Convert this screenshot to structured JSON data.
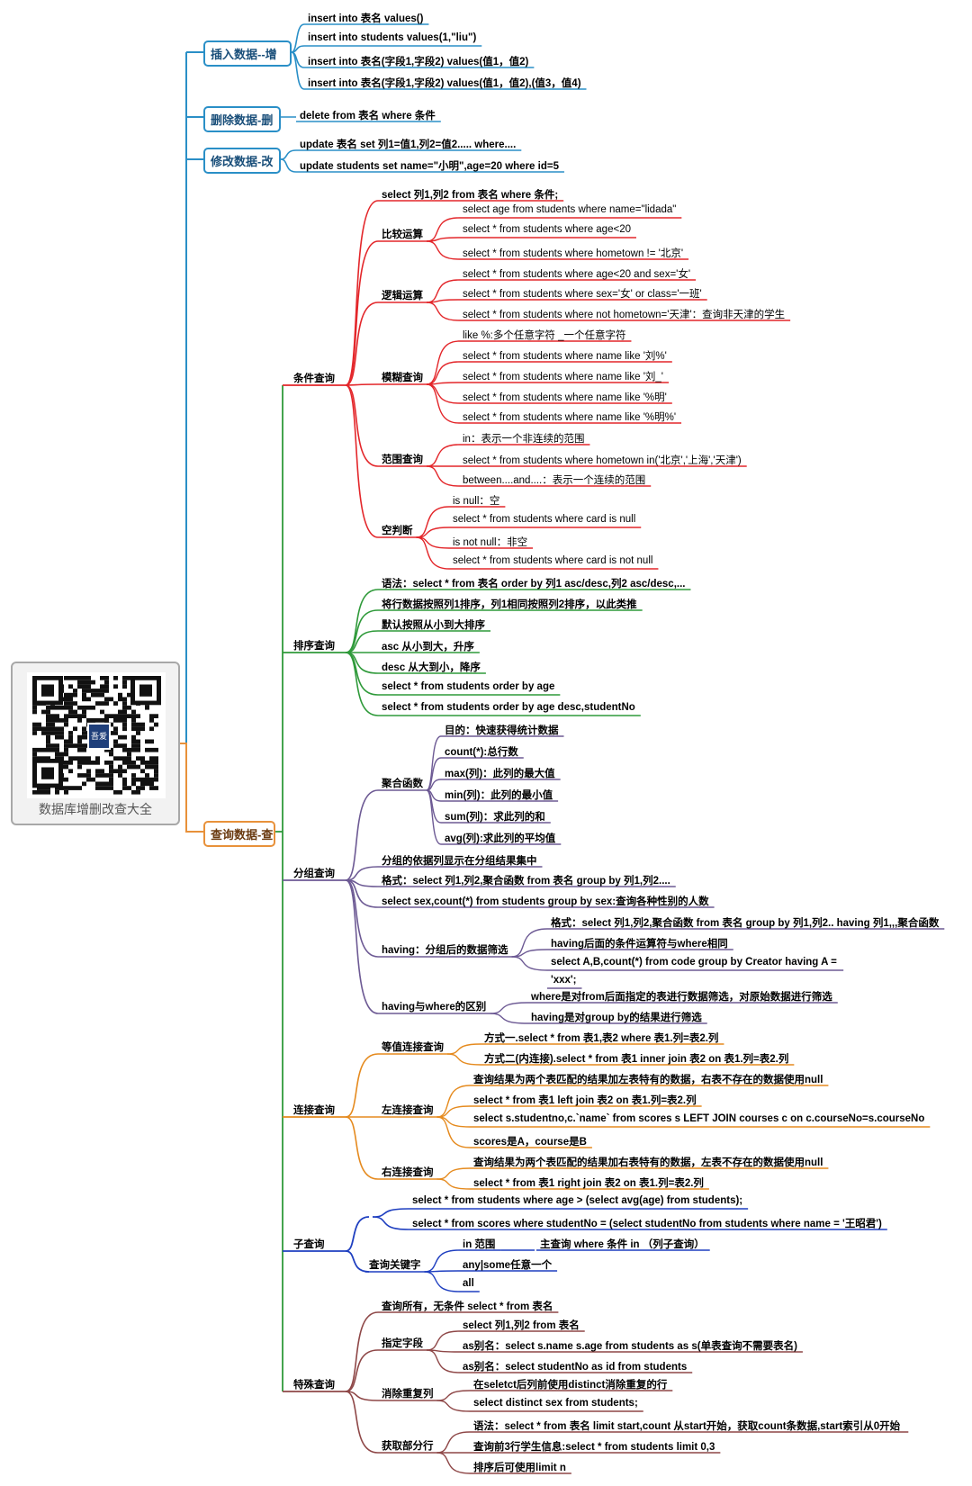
{
  "root": {
    "title": "数据库增删改查大全",
    "qr_logo_text": "吾爱"
  },
  "colors": {
    "blue": "#2a8fc7",
    "orange": "#e8913a",
    "red": "#e3262a",
    "green": "#2f9a3a",
    "purple": "#6d5a94",
    "corange": "#e58a1e",
    "dblue": "#1f3fc0",
    "brown": "#8e4747"
  },
  "insert": {
    "label": "插入数据--增",
    "items": [
      "insert into 表名 values()",
      "insert into students values(1,\"liu\")",
      "insert into 表名(字段1,字段2) values(值1，值2)",
      "insert into 表名(字段1,字段2) values(值1，值2),(值3，值4)"
    ]
  },
  "delete": {
    "label": "删除数据-删",
    "items": [
      "delete from 表名 where 条件"
    ]
  },
  "update": {
    "label": "修改数据-改",
    "items": [
      "update 表名 set 列1=值1,列2=值2..... where....",
      "update students set name=\"小明\",age=20 where id=5"
    ]
  },
  "query": {
    "label": "查询数据-查",
    "cond": {
      "label": "条件查询",
      "syntax": "select 列1,列2 from 表名 where 条件;",
      "compare": {
        "label": "比较运算",
        "items": [
          "select age from students where name=\"lidada\"",
          "select * from students where age<20",
          "select * from students where hometown != '北京'"
        ]
      },
      "logic": {
        "label": "逻辑运算",
        "items": [
          "select * from students where age<20 and sex='女'",
          "select * from students where sex='女' or class='一班'",
          "select * from students where not hometown='天津'：查询非天津的学生"
        ]
      },
      "fuzzy": {
        "label": "模糊查询",
        "items": [
          "like %:多个任意字符 _一个任意字符",
          "select * from students where name like '刘%'",
          "select * from students where name like '刘_'",
          "select * from students where name like '%明'",
          "select * from students where name like '%明%'"
        ]
      },
      "range": {
        "label": "范围查询",
        "items": [
          "in：表示一个非连续的范围",
          "select * from students where hometown in('北京','上海','天津')",
          "between....and....：表示一个连续的范围"
        ]
      },
      "null": {
        "label": "空判断",
        "items": [
          "is null：空",
          "select * from students where card is null",
          "is not null：非空",
          "select * from students where card is not null"
        ]
      }
    },
    "sort": {
      "label": "排序查询",
      "items": [
        "语法：select * from 表名 order by 列1 asc/desc,列2 asc/desc,...",
        "将行数据按照列1排序，列1相同按照列2排序，以此类推",
        "默认按照从小到大排序",
        "asc 从小到大，升序",
        "desc 从大到小，降序",
        "select * from students order by age",
        "select * from students order by age desc,studentNo"
      ]
    },
    "group": {
      "label": "分组查询",
      "agg": {
        "label": "聚合函数",
        "items": [
          "目的：快速获得统计数据",
          "count(*):总行数",
          "max(列)：此列的最大值",
          "min(列)：此列的最小值",
          "sum(列)：求此列的和",
          "avg(列):求此列的平均值"
        ]
      },
      "items": [
        "分组的依据列显示在分组结果集中",
        "格式：select 列1,列2,聚合函数 from 表名 group by 列1,列2....",
        "select sex,count(*) from students group by sex:查询各种性别的人数"
      ],
      "having": {
        "label": "having：分组后的数据筛选",
        "items": [
          "格式：select 列1,列2,聚合函数 from 表名 group by 列1,列2.. having 列1,,,聚合函数",
          "having后面的条件运算符与where相同",
          "select A,B,count(*) from code group by Creator having A =",
          "'xxx';"
        ]
      },
      "hw": {
        "label": "having与where的区别",
        "items": [
          "where是对from后面指定的表进行数据筛选，对原始数据进行筛选",
          "having是对group by的结果进行筛选"
        ]
      }
    },
    "join": {
      "label": "连接查询",
      "eq": {
        "label": "等值连接查询",
        "items": [
          "方式一.select * from 表1,表2 where 表1.列=表2.列",
          "方式二(内连接).select * from 表1 inner join 表2 on 表1.列=表2.列"
        ]
      },
      "left": {
        "label": "左连接查询",
        "items": [
          "查询结果为两个表匹配的结果加左表特有的数据，右表不存在的数据使用null",
          "select * from 表1 left join 表2 on 表1.列=表2.列",
          "select s.studentno,c.`name` from scores s LEFT JOIN courses c on c.courseNo=s.courseNo",
          "scores是A，course是B"
        ]
      },
      "right": {
        "label": "右连接查询",
        "items": [
          "查询结果为两个表匹配的结果加右表特有的数据，左表不存在的数据使用null",
          "select * from 表1 right join 表2 on 表1.列=表2.列"
        ]
      }
    },
    "sub": {
      "label": "子查询",
      "items": [
        "select * from students where age > (select avg(age) from students);",
        "select * from scores where studentNo = (select studentNo from students where name = '王昭君')"
      ],
      "kw": {
        "label": "查询关键字",
        "in_label": "in 范围",
        "in_detail": "主查询 where 条件 in （列子查询）",
        "items": [
          "any|some任意一个",
          "all"
        ]
      }
    },
    "special": {
      "label": "特殊查询",
      "all": "查询所有，无条件 select * from 表名",
      "field": {
        "label": "指定字段",
        "items": [
          "select 列1,列2 from 表名",
          "as别名：select s.name s.age from students as s(单表查询不需要表名)",
          "as别名：select studentNo as id from students"
        ]
      },
      "distinct": {
        "label": "消除重复列",
        "items": [
          "在seletct后列前使用distinct消除重复的行",
          "select distinct sex from students;"
        ]
      },
      "limit": {
        "label": "获取部分行",
        "items": [
          "语法：select * from 表名 limit start,count  从start开始，获取count条数据,start索引从0开始",
          "查询前3行学生信息:select * from students limit 0,3",
          "排序后可使用limit n"
        ]
      }
    }
  }
}
